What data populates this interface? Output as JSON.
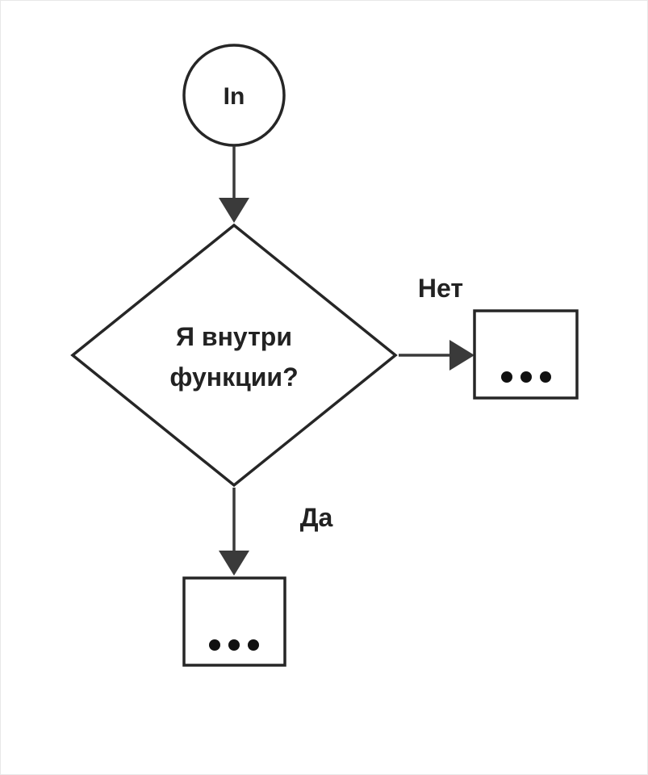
{
  "diagram": {
    "start": {
      "label": "In"
    },
    "decision": {
      "line1": "Я внутри",
      "line2": "функции?"
    },
    "branch_no": {
      "label": "Нет",
      "box_text": "..."
    },
    "branch_yes": {
      "label": "Да",
      "box_text": "..."
    }
  },
  "colors": {
    "stroke": "#262626",
    "connector": "#3a3a3a",
    "text": "#222222",
    "background": "#ffffff"
  }
}
